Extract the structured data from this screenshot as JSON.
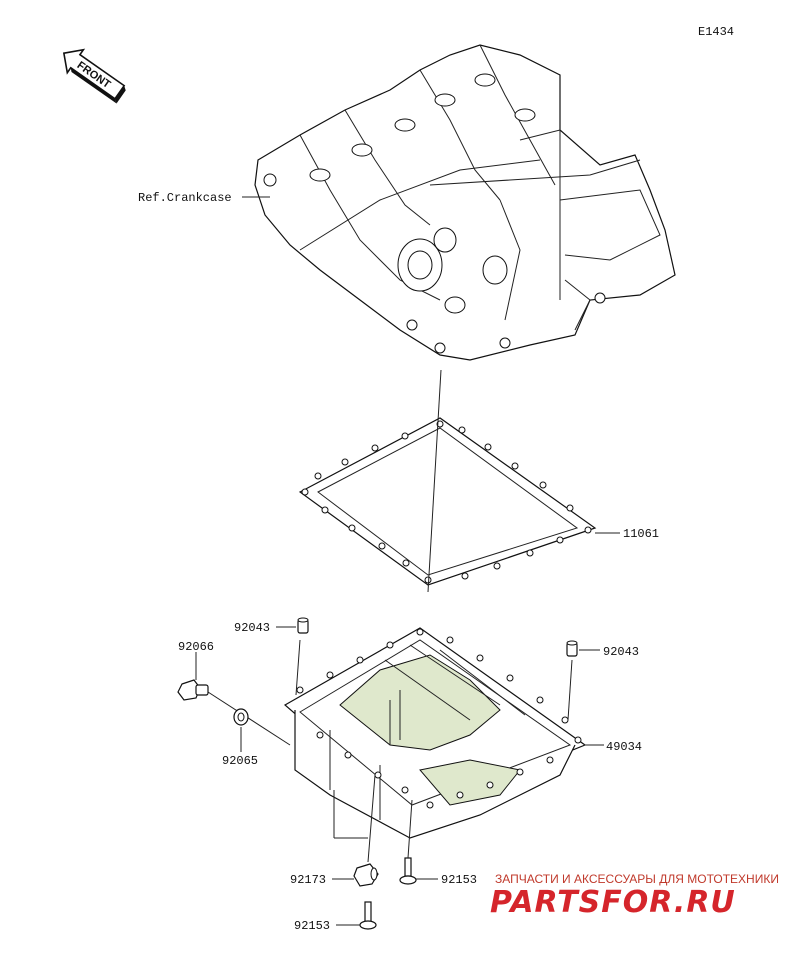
{
  "diagram_code": "E1434",
  "front_label": "FRONT",
  "ref_label": "Ref.Crankcase",
  "parts": {
    "gasket": "11061",
    "dowel_pin_left": "92043",
    "dowel_pin_right": "92043",
    "drain_plug": "92066",
    "washer": "92065",
    "oil_pan": "49034",
    "collar": "92173",
    "bolt_short": "92153",
    "bolt_long": "92153"
  },
  "watermark": {
    "tagline": "ЗАПЧАСТИ И АКСЕССУАРЫ ДЛЯ МОТОТЕХНИКИ",
    "brand": "PARTSFOR.RU"
  },
  "colors": {
    "part_tint": "#dfe8cc",
    "watermark": "#d5252b"
  }
}
